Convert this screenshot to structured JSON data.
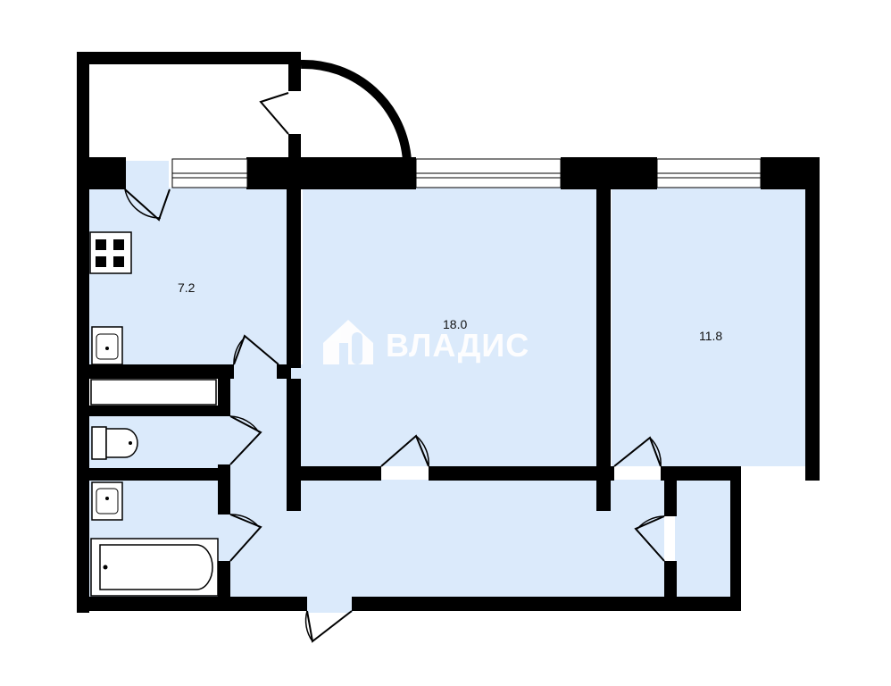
{
  "rooms": {
    "kitchen_area": "7.2",
    "living_room_area": "18.0",
    "bedroom_area": "11.8"
  },
  "watermark": {
    "brand_text": "ВЛАДИС"
  },
  "colors": {
    "floor": "#dbeafb",
    "wall": "#000000",
    "background": "#ffffff"
  },
  "icons": [
    "stove-icon",
    "sink-icon",
    "toilet-icon",
    "bathtub-icon",
    "house-logo-icon",
    "door-swing-icon",
    "window-icon"
  ]
}
